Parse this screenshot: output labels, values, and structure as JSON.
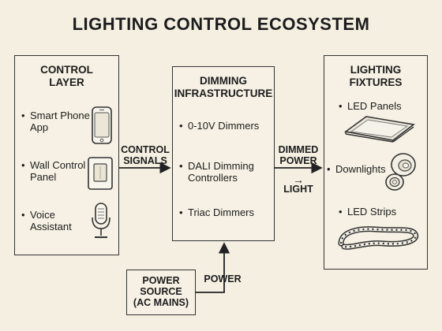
{
  "title": "LIGHTING CONTROL ECOSYSTEM",
  "control_layer": {
    "heading_line1": "CONTROL",
    "heading_line2": "LAYER",
    "items": [
      {
        "line1": "Smart Phone",
        "line2": "App",
        "icon": "smartphone-icon"
      },
      {
        "line1": "Wall Control",
        "line2": "Panel",
        "icon": "wall-panel-icon"
      },
      {
        "line1": "Voice",
        "line2": "Assistant",
        "icon": "microphone-icon"
      }
    ]
  },
  "dimming": {
    "heading_line1": "DIMMING",
    "heading_line2": "INFRASTRUCTURE",
    "items": [
      {
        "line1": "0-10V Dimmers"
      },
      {
        "line1": "DALI Dimming",
        "line2": "Controllers"
      },
      {
        "line1": "Triac Dimmers"
      }
    ]
  },
  "fixtures": {
    "heading_line1": "LIGHTING",
    "heading_line2": "FIXTURES",
    "items": [
      {
        "line1": "LED Panels",
        "icon": "led-panel-icon"
      },
      {
        "line1": "Downlights",
        "icon": "downlight-icon"
      },
      {
        "line1": "LED Strips",
        "icon": "led-strip-icon"
      }
    ]
  },
  "power_source": {
    "line1": "POWER",
    "line2": "SOURCE",
    "line3": "(AC MAINS)"
  },
  "connectors": {
    "control_signals_line1": "CONTROL",
    "control_signals_line2": "SIGNALS",
    "dimmed_power_line1": "DIMMED",
    "dimmed_power_line2": "POWER",
    "light_arrow": "→",
    "light": "LIGHT",
    "power": "POWER"
  },
  "colors": {
    "background": "#f4efe1",
    "stroke": "#333333"
  }
}
